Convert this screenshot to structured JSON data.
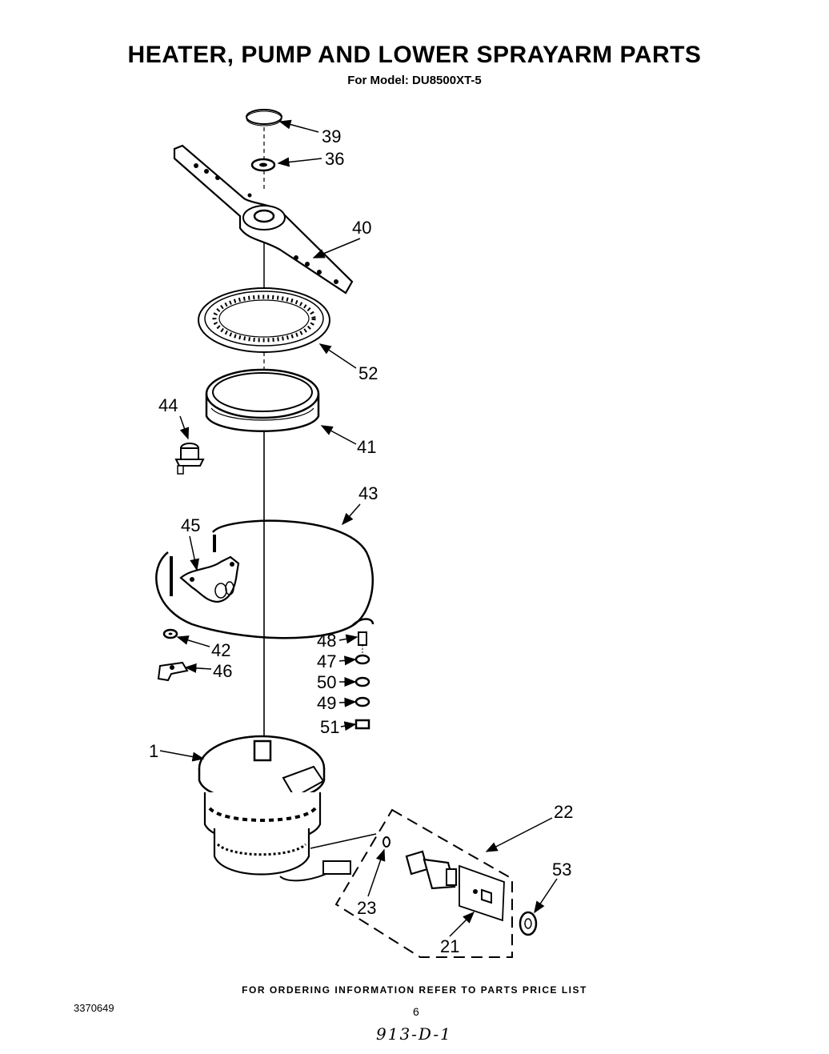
{
  "header": {
    "title": "HEATER, PUMP AND LOWER SPRAYARM  PARTS",
    "subtitle": "For Model: DU8500XT-5"
  },
  "callouts": {
    "c39": "39",
    "c36": "36",
    "c40": "40",
    "c52": "52",
    "c44": "44",
    "c41": "41",
    "c43": "43",
    "c45": "45",
    "c42": "42",
    "c46": "46",
    "c48": "48",
    "c47": "47",
    "c50": "50",
    "c49": "49",
    "c51": "51",
    "c1": "1",
    "c22": "22",
    "c53": "53",
    "c23": "23",
    "c21": "21"
  },
  "footer": {
    "ordering_note": "FOR ORDERING INFORMATION REFER TO PARTS PRICE LIST",
    "document_number": "3370649",
    "page_number": "6",
    "handwritten_note": "913-D-1"
  }
}
